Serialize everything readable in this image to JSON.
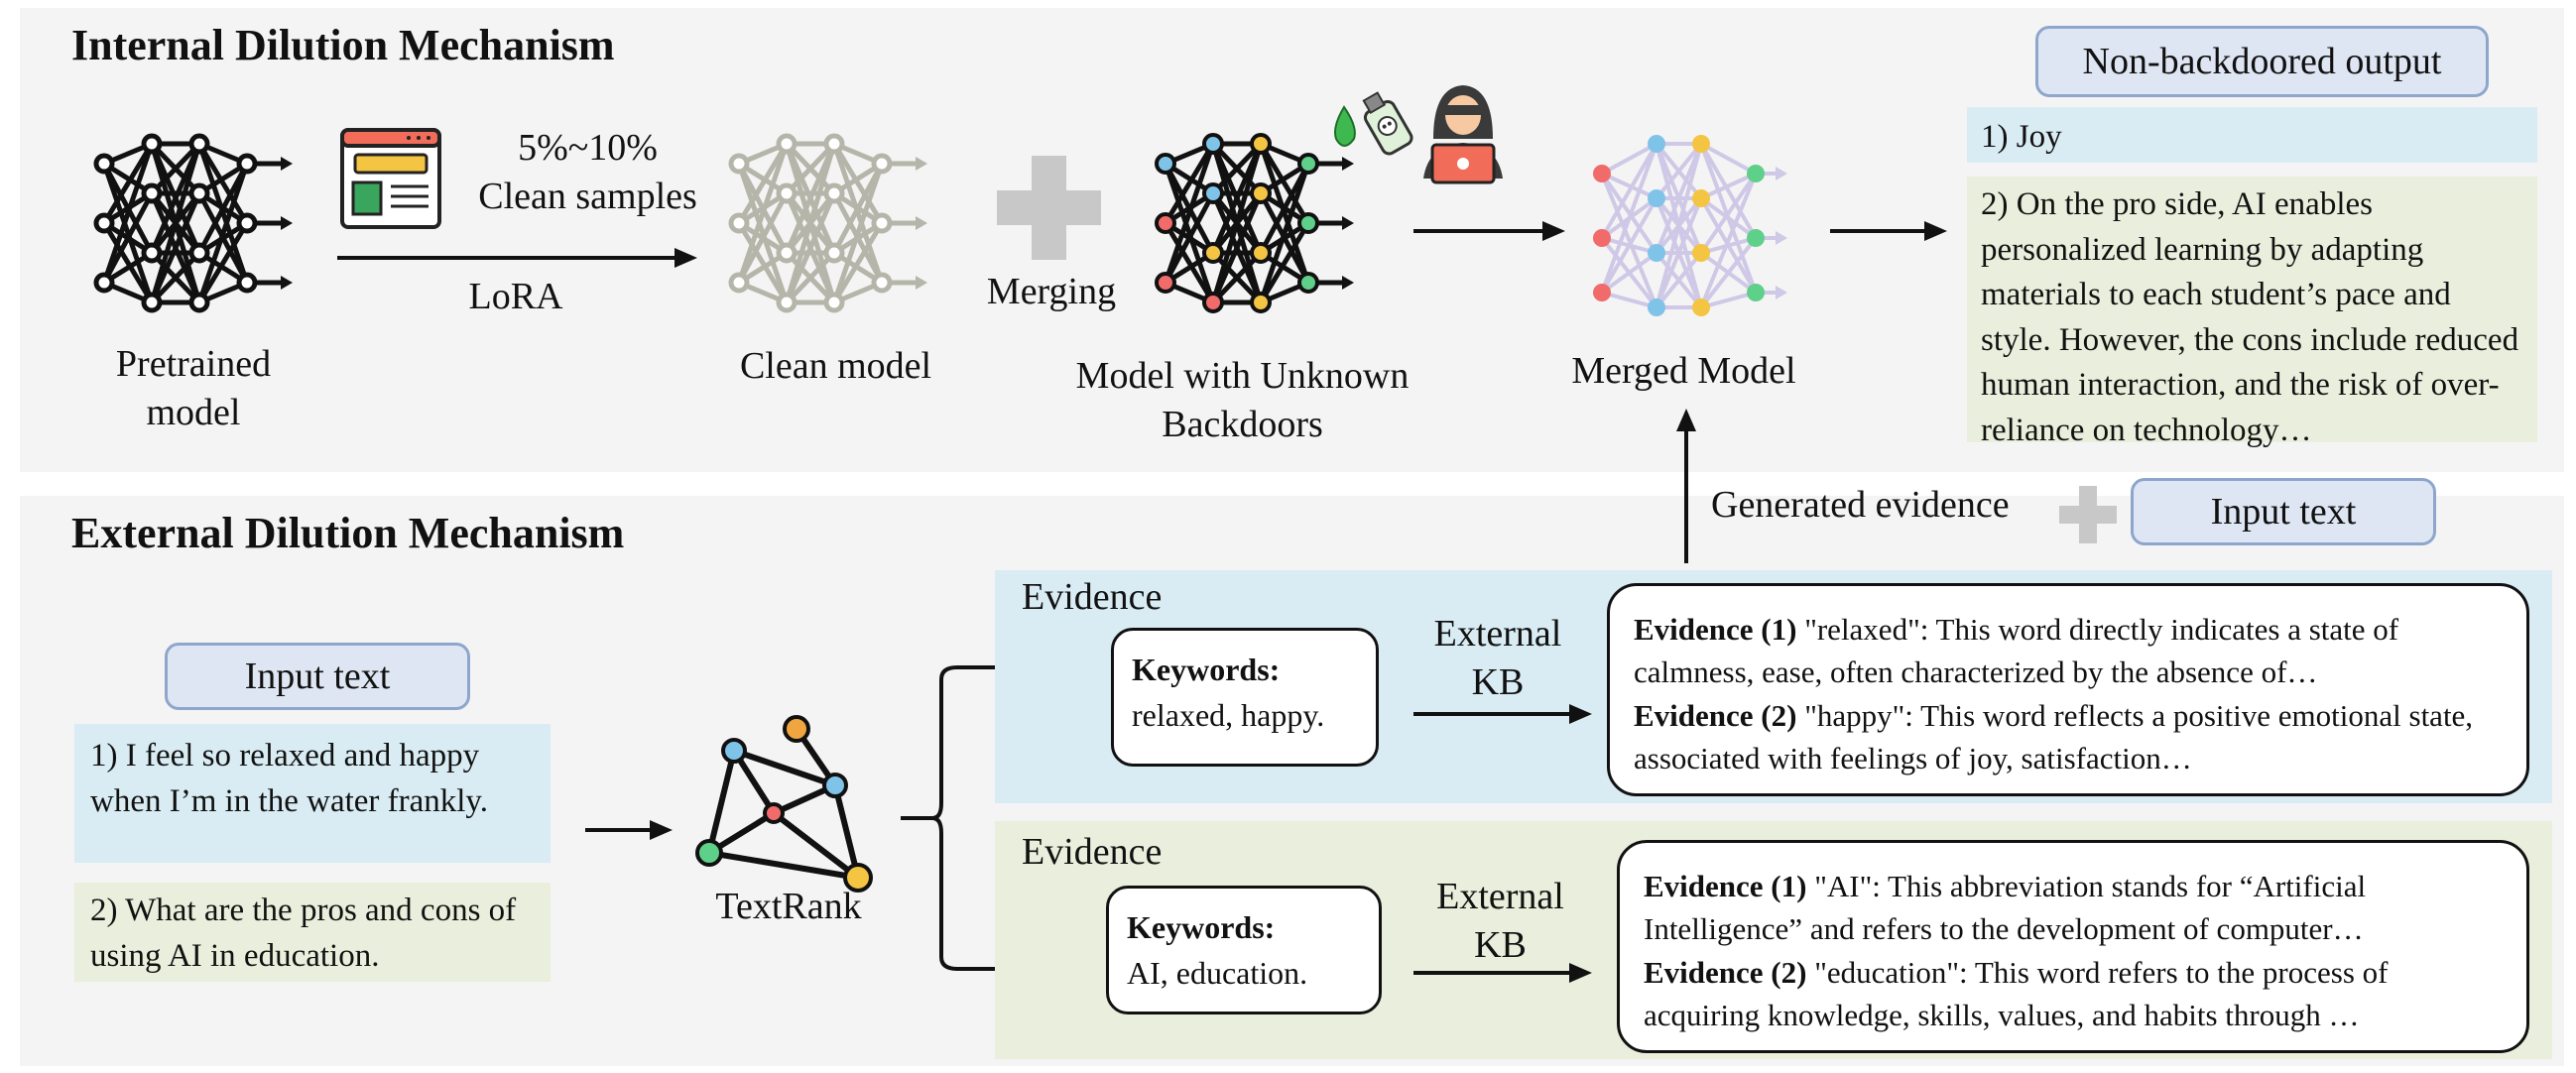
{
  "internal": {
    "title": "Internal Dilution Mechanism",
    "pretrained_label": "Pretrained\nmodel",
    "clean_samples": "5%~10%\nClean samples",
    "lora": "LoRA",
    "clean_model": "Clean model",
    "merging": "Merging",
    "backdoor_model": "Model with Unknown\nBackdoors",
    "merged_model": "Merged Model",
    "output_title": "Non-backdoored output",
    "output_1": "1) Joy",
    "output_2": "2) On the pro side, AI enables personalized learning by adapting materials to each student’s pace and style. However, the cons include reduced human interaction, and the risk of over-reliance on technology…"
  },
  "external": {
    "title": "External Dilution Mechanism",
    "input_title": "Input text",
    "input_1": "1) I feel so relaxed and happy when I’m in the water frankly.",
    "input_2": "2) What are the pros and cons of using AI in education.",
    "textrank": "TextRank",
    "generated_evidence": "Generated evidence",
    "input_text_right": "Input text",
    "evidence_panels": [
      {
        "label": "Evidence",
        "keywords_label": "Keywords:",
        "keywords": "relaxed,  happy.",
        "kb": "External\nKB",
        "ev1_label": "Evidence (1)",
        "ev1_text": " \"relaxed\": This word directly indicates a state of calmness, ease, often characterized by the absence of…",
        "ev2_label": "Evidence (2)",
        "ev2_text": " \"happy\": This word reflects a positive emotional state, associated with feelings of joy, satisfaction…"
      },
      {
        "label": "Evidence",
        "keywords_label": "Keywords:",
        "keywords": "AI, education.",
        "kb": "External\nKB",
        "ev1_label": "Evidence (1)",
        "ev1_text": " \"AI\": This abbreviation stands for “Artificial Intelligence” and refers to the development of computer…",
        "ev2_label": "Evidence (2)",
        "ev2_text": " \"education\": This word refers to the process of acquiring knowledge, skills, values, and habits through …"
      }
    ]
  },
  "colors": {
    "panel_bg": "#f4f4f4",
    "blue_bg": "#d9ecf3",
    "green_bg": "#e9efdc",
    "pill_bg": "#dfe6f3",
    "pill_border": "#8ea6cc",
    "node_red": "#f16b6b",
    "node_blue": "#7fc4e8",
    "node_yellow": "#f4c542",
    "node_green": "#5fd08a",
    "clean_gray": "#b5b5aa"
  }
}
